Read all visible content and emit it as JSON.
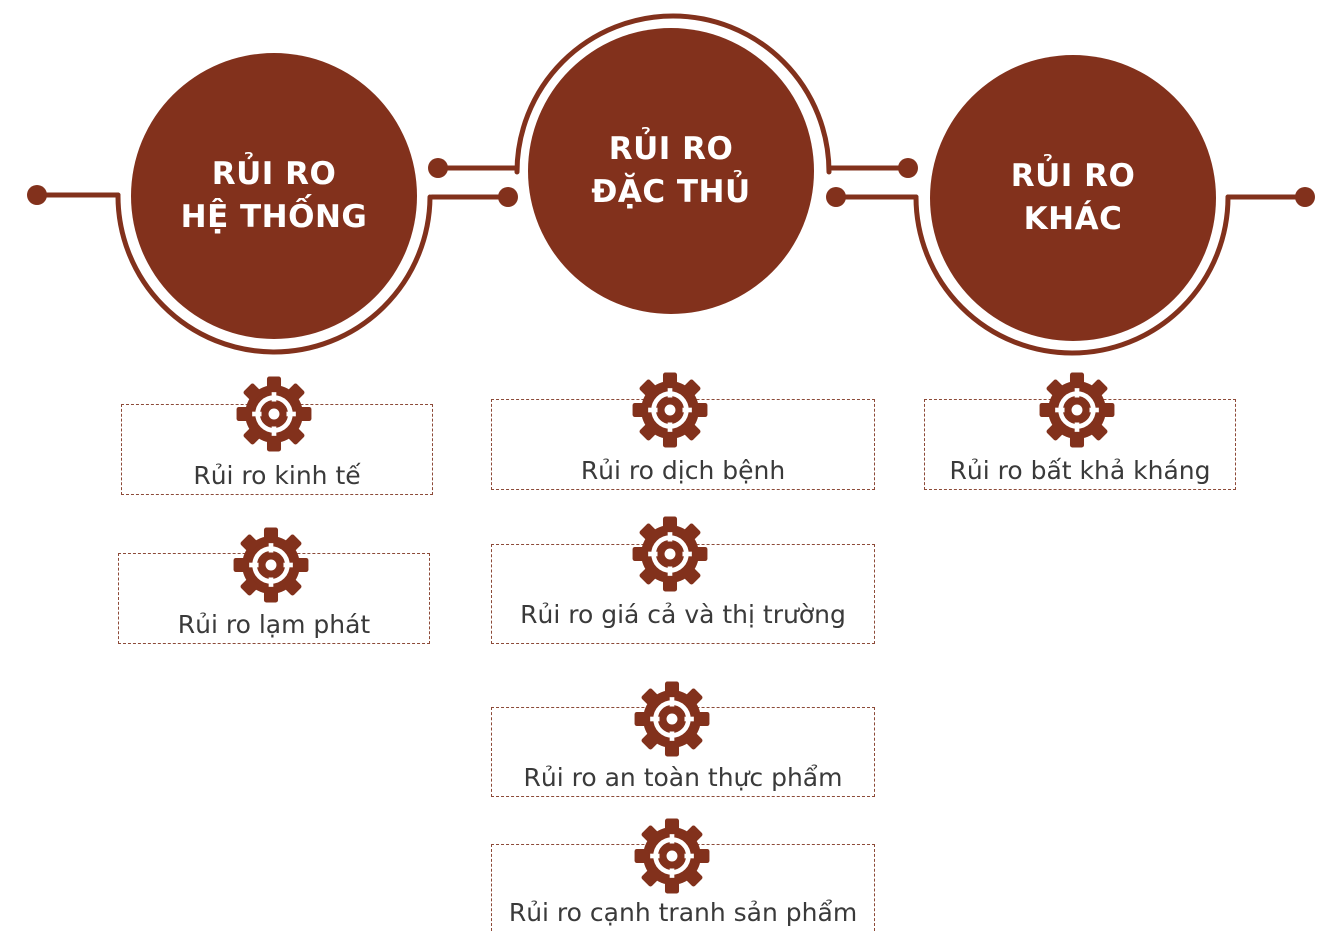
{
  "categories": [
    {
      "title_line1": "RỦI RO",
      "title_line2": "HỆ THỐNG",
      "items": [
        {
          "label": "Rủi ro kinh tế"
        },
        {
          "label": "Rủi ro lạm phát"
        }
      ]
    },
    {
      "title_line1": "RỦI RO",
      "title_line2": "ĐẶC THỦ",
      "items": [
        {
          "label": "Rủi ro dịch bệnh"
        },
        {
          "label": "Rủi ro giá cả và thị trường"
        },
        {
          "label": "Rủi ro an toàn thực phẩm"
        },
        {
          "label": "Rủi ro cạnh tranh sản phẩm"
        }
      ]
    },
    {
      "title_line1": "RỦI RO",
      "title_line2": "KHÁC",
      "items": [
        {
          "label": "Rủi ro bất khả kháng"
        }
      ]
    }
  ],
  "colors": {
    "primary": "#82311c",
    "text": "#3a3a3a",
    "background": "#ffffff"
  },
  "icon": "gear-target-icon"
}
